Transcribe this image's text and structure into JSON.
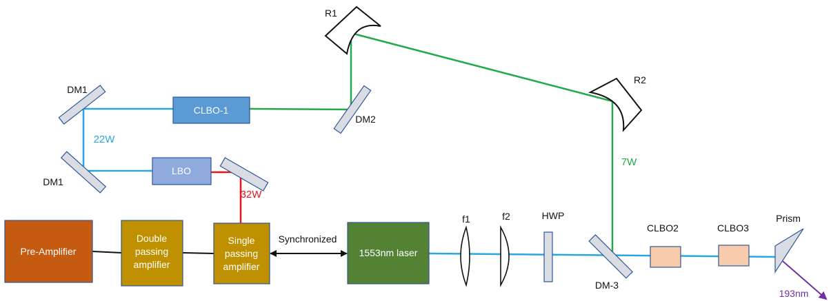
{
  "colors": {
    "beam_blue": "#29a6e0",
    "beam_green": "#23a84a",
    "beam_red": "#e8141e",
    "beam_purple": "#7030a0",
    "pre_amp_fill": "#c55a11",
    "amp_fill": "#bf9000",
    "laser_fill": "#548235",
    "clbo1_fill": "#5b9bd5",
    "lbo_fill": "#8faadc",
    "crystal_fill": "#f8cbad",
    "optic_fill": "#d9dde3"
  },
  "boxes": {
    "pre_amplifier": "Pre-Amplifier",
    "double_amp_line1": "Double",
    "double_amp_line2": "passing",
    "double_amp_line3": "amplifier",
    "single_amp_line1": "Single",
    "single_amp_line2": "passing",
    "single_amp_line3": "amplifier",
    "laser": "1553nm laser",
    "lbo": "LBO",
    "clbo1": "CLBO-1"
  },
  "labels": {
    "synchronized": "Synchronized",
    "f1": "f1",
    "f2": "f2",
    "hwp": "HWP",
    "clbo2": "CLBO2",
    "clbo3": "CLBO3",
    "prism": "Prism",
    "dm3": "DM-3",
    "dm2": "DM2",
    "dm1_top": "DM1",
    "dm1_bottom": "DM1",
    "r1": "R1",
    "r2": "R2",
    "out_wavelength": "193nm"
  },
  "powers": {
    "green": "7W",
    "blue": "22W",
    "red": "32W"
  },
  "icons": {
    "lens": "biconvex-lens-icon",
    "mirror": "curved-mirror-icon",
    "prism": "prism-icon"
  }
}
